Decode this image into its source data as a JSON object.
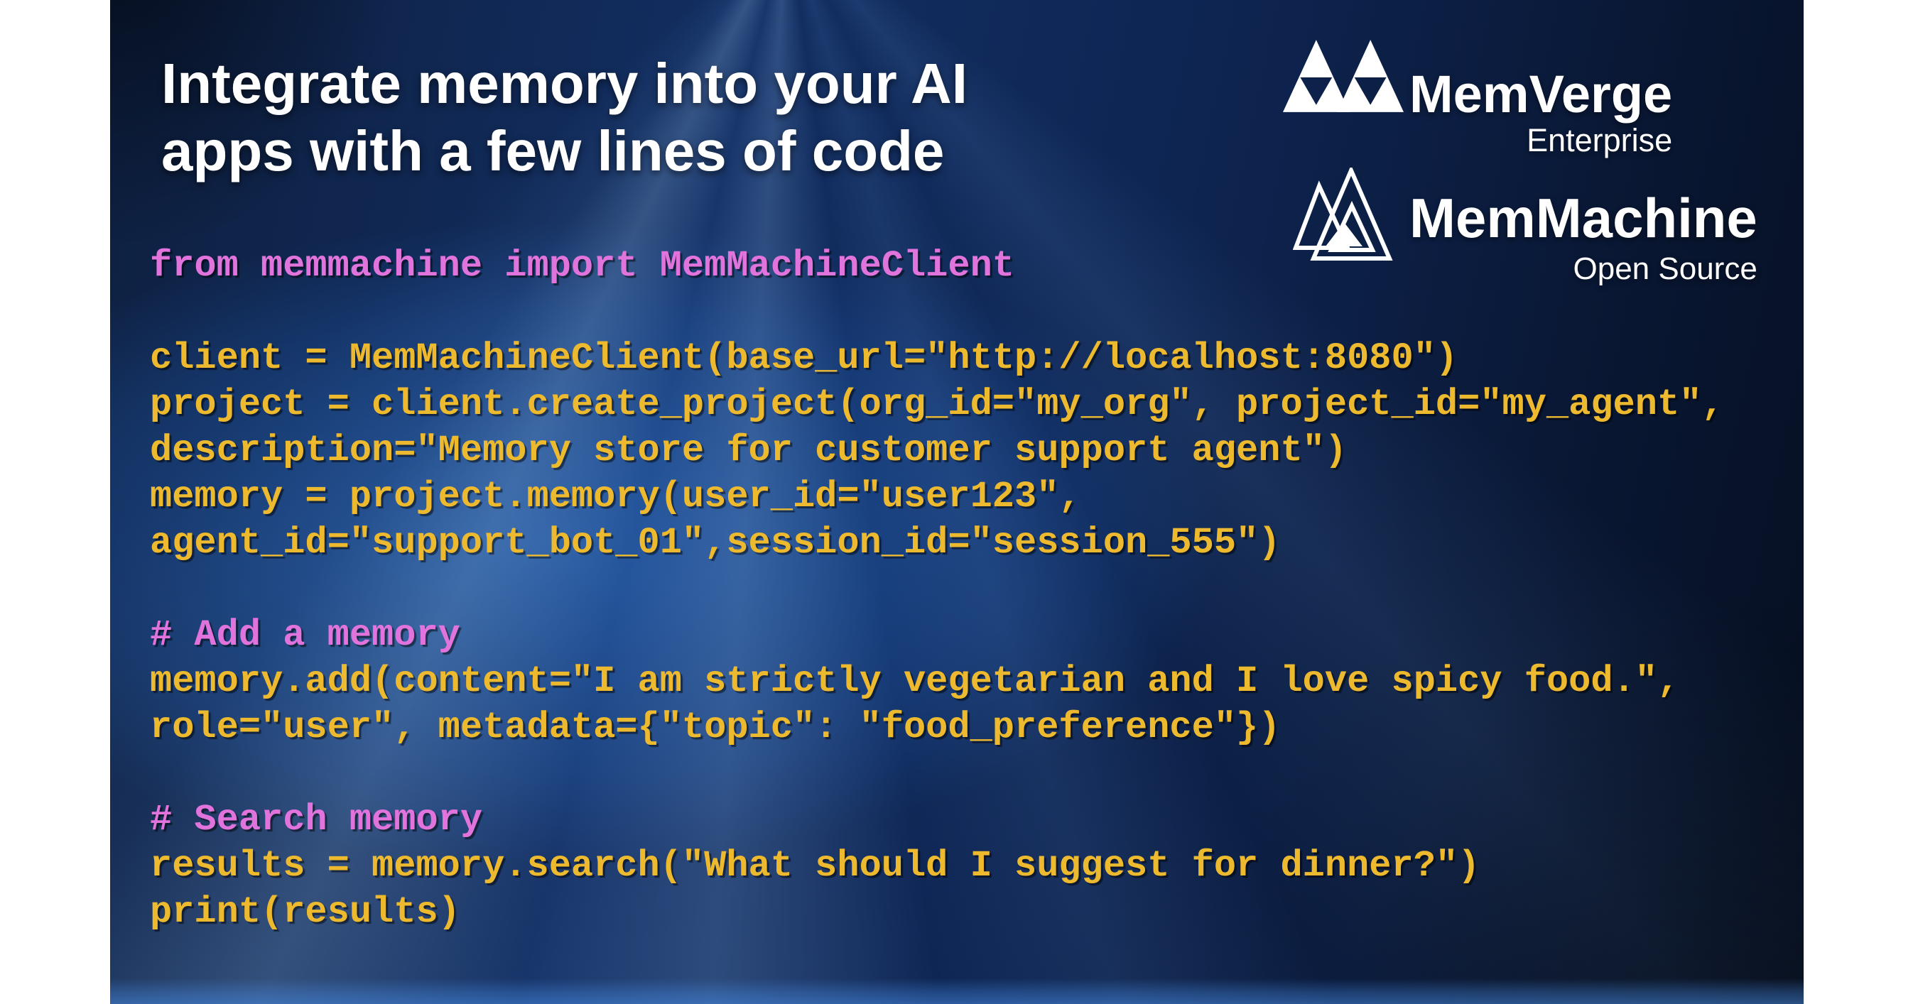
{
  "slide": {
    "title_line1": "Integrate memory into your AI",
    "title_line2": "apps with a few lines of code"
  },
  "logos": {
    "memverge": {
      "name": "MemVerge",
      "tagline": "Enterprise"
    },
    "memmachine": {
      "name": "MemMachine",
      "tagline": "Open Source"
    }
  },
  "code": {
    "lines": [
      {
        "text": "from memmachine import MemMachineClient",
        "kind": "tok-magenta"
      },
      {
        "text": "",
        "kind": "tok-gold"
      },
      {
        "text": "client = MemMachineClient(base_url=\"http://localhost:8080\")",
        "kind": "tok-gold"
      },
      {
        "text": "project = client.create_project(org_id=\"my_org\", project_id=\"my_agent\",",
        "kind": "tok-gold"
      },
      {
        "text": "description=\"Memory store for customer support agent\")",
        "kind": "tok-gold"
      },
      {
        "text": "memory = project.memory(user_id=\"user123\",",
        "kind": "tok-gold"
      },
      {
        "text": "agent_id=\"support_bot_01\",session_id=\"session_555\")",
        "kind": "tok-gold"
      },
      {
        "text": "",
        "kind": "tok-gold"
      },
      {
        "text": "# Add a memory",
        "kind": "tok-magenta"
      },
      {
        "text": "memory.add(content=\"I am strictly vegetarian and I love spicy food.\",",
        "kind": "tok-gold"
      },
      {
        "text": "role=\"user\", metadata={\"topic\": \"food_preference\"})",
        "kind": "tok-gold"
      },
      {
        "text": "",
        "kind": "tok-gold"
      },
      {
        "text": "# Search memory",
        "kind": "tok-magenta"
      },
      {
        "text": "results = memory.search(\"What should I suggest for dinner?\")",
        "kind": "tok-gold"
      },
      {
        "text": "print(results)",
        "kind": "tok-gold"
      }
    ]
  },
  "colors": {
    "background_navy": "#0e2552",
    "glow_blue": "#2d73cd",
    "magenta": "#e173dc",
    "gold": "#edb92e",
    "white": "#ffffff"
  }
}
